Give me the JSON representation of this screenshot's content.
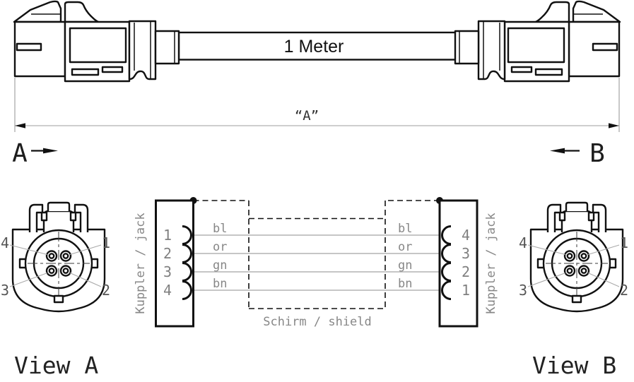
{
  "assembly": {
    "cable_label": "1 Meter",
    "dimension_label": "“A”",
    "end_a_label": "A",
    "end_b_label": "B"
  },
  "views": {
    "a": {
      "title": "View A",
      "pins": {
        "top_left": "4",
        "top_right": "1",
        "bottom_left": "3",
        "bottom_right": "2"
      }
    },
    "b": {
      "title": "View B",
      "pins": {
        "top_left": "4",
        "top_right": "1",
        "bottom_left": "3",
        "bottom_right": "2"
      }
    }
  },
  "wiring": {
    "left_connector_label": "Kuppler / jack",
    "right_connector_label": "Kuppler / jack",
    "shield_label": "Schirm / shield",
    "rows": [
      {
        "left_pin": "1",
        "color": "bl",
        "right_pin": "4"
      },
      {
        "left_pin": "2",
        "color": "or",
        "right_pin": "3"
      },
      {
        "left_pin": "3",
        "color": "gn",
        "right_pin": "2"
      },
      {
        "left_pin": "4",
        "color": "bn",
        "right_pin": "1"
      }
    ]
  },
  "colors": {
    "outline": "#111111",
    "wire": "#b3b3b3",
    "label_gray": "#878787",
    "dimension_gray": "#9c9c9c"
  }
}
